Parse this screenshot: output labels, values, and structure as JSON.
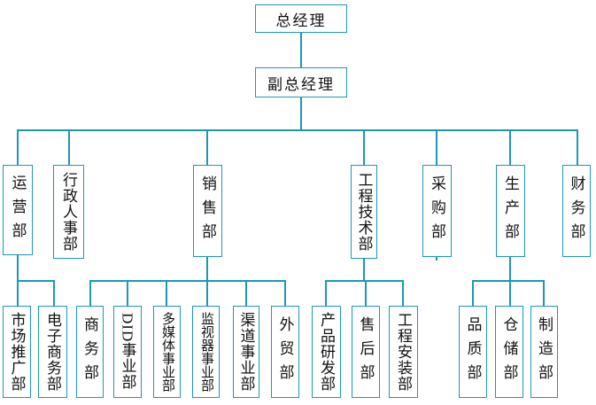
{
  "org_chart": {
    "accent_color": "#1b98b8",
    "text_color": "#111111",
    "background_color": "#ffffff",
    "root": {
      "label": "总经理"
    },
    "deputy": {
      "label": "副总经理"
    },
    "departments": [
      {
        "label": "运营部",
        "children": [
          {
            "label": "市场推广部"
          },
          {
            "label": "电子商务部"
          }
        ]
      },
      {
        "label": "行政人事部",
        "children": []
      },
      {
        "label": "销售部",
        "children": [
          {
            "label": "商务部"
          },
          {
            "label": "DID事业部"
          },
          {
            "label": "多媒体事业部"
          },
          {
            "label": "监视器事业部"
          },
          {
            "label": "渠道事业部"
          },
          {
            "label": "外贸部"
          }
        ]
      },
      {
        "label": "工程技术部",
        "children": [
          {
            "label": "产品研发部"
          },
          {
            "label": "售后部"
          },
          {
            "label": "工程安装部"
          }
        ]
      },
      {
        "label": "采购部",
        "children": []
      },
      {
        "label": "生产部",
        "children": [
          {
            "label": "品质部"
          },
          {
            "label": "仓储部"
          },
          {
            "label": "制造部"
          }
        ]
      },
      {
        "label": "财务部",
        "children": []
      }
    ]
  }
}
